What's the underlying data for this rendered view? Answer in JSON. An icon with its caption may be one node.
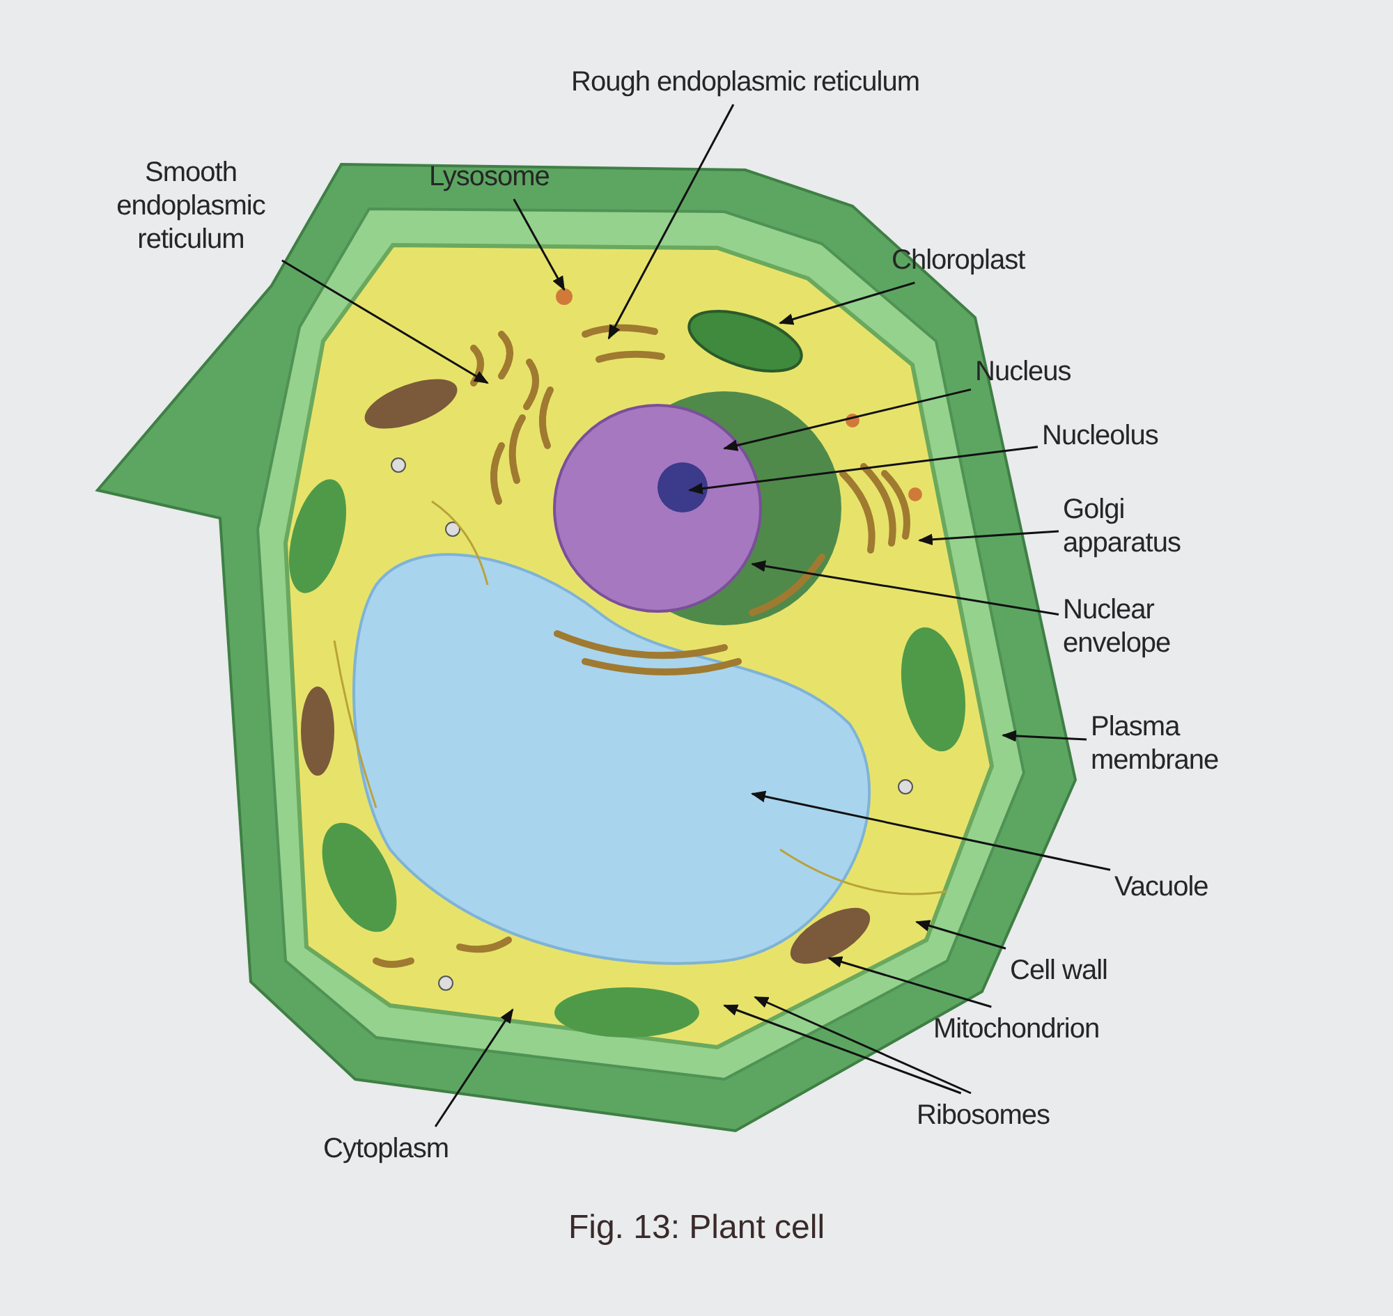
{
  "diagram": {
    "caption": "Fig. 13: Plant cell",
    "nodes": [
      {
        "text": [
          "Smooth endoplasmic reticulum"
        ]
      },
      {
        "text": [
          "Rough endoplasmic reticulum"
        ]
      },
      {
        "text": [
          "Lysosome"
        ]
      },
      {
        "text": [
          "Chloroplast"
        ]
      },
      {
        "text": [
          "Nucleus"
        ]
      },
      {
        "text": [
          "Nucleolus"
        ]
      },
      {
        "text": [
          "Golgi apparatus"
        ]
      },
      {
        "text": [
          "Nuclear envelope"
        ]
      },
      {
        "text": [
          "Plasma membrane"
        ]
      },
      {
        "text": [
          "Vacuole"
        ]
      },
      {
        "text": [
          "Cell wall"
        ]
      },
      {
        "text": [
          "Mitochondrion"
        ]
      },
      {
        "text": [
          "Ribosomes"
        ]
      },
      {
        "text": [
          "Cytoplasm"
        ]
      }
    ],
    "edges": [
      {
        "from": 0,
        "to": null,
        "arrow": "to"
      },
      {
        "from": 1,
        "to": null,
        "arrow": "to"
      },
      {
        "from": 2,
        "to": null,
        "arrow": "to"
      },
      {
        "from": 3,
        "to": null,
        "arrow": "to"
      },
      {
        "from": 4,
        "to": null,
        "arrow": "to"
      },
      {
        "from": 5,
        "to": null,
        "arrow": "to"
      },
      {
        "from": 6,
        "to": null,
        "arrow": "to"
      },
      {
        "from": 7,
        "to": null,
        "arrow": "to"
      },
      {
        "from": 8,
        "to": null,
        "arrow": "to"
      },
      {
        "from": 9,
        "to": null,
        "arrow": "to"
      },
      {
        "from": 10,
        "to": null,
        "arrow": "to"
      },
      {
        "from": 11,
        "to": null,
        "arrow": "to"
      },
      {
        "from": 12,
        "to": null,
        "arrow": "to"
      },
      {
        "from": 12,
        "to": null,
        "arrow": "to"
      },
      {
        "from": 13,
        "to": null,
        "arrow": "to"
      }
    ]
  }
}
